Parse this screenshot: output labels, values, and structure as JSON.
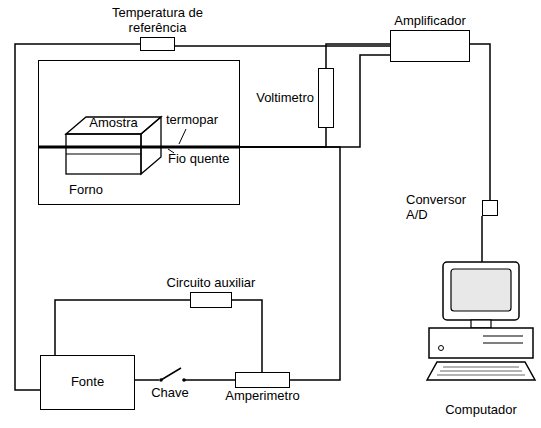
{
  "diagram": {
    "nodes": [
      {
        "text": [
          "Temperatura de referência"
        ]
      },
      {
        "text": [
          "Amplificador"
        ]
      },
      {
        "text": [
          "Voltimetro"
        ]
      },
      {
        "text": [
          "Forno"
        ]
      },
      {
        "text": [
          "Amostra"
        ],
        "in": 3
      },
      {
        "text": [
          "Circuito auxiliar"
        ]
      },
      {
        "text": [
          "Fonte"
        ]
      },
      {
        "text": [
          "Amperimetro"
        ]
      },
      {
        "text": [
          "Conversor A/D"
        ]
      },
      {
        "text": [
          "Computador"
        ]
      }
    ],
    "edges": [
      {
        "from": 6,
        "to": 0,
        "arrow": "none"
      },
      {
        "from": 0,
        "to": 1,
        "arrow": "none"
      },
      {
        "from": 2,
        "to": 1,
        "arrow": "none"
      },
      {
        "from": 3,
        "to": 2,
        "arrow": "none"
      },
      {
        "from": 3,
        "to": 1,
        "arrow": "none"
      },
      {
        "from": 3,
        "to": 7,
        "arrow": "none"
      },
      {
        "from": 6,
        "to": 7,
        "label": "Chave",
        "arrow": "none"
      },
      {
        "from": 6,
        "to": 5,
        "arrow": "none"
      },
      {
        "from": 5,
        "to": 7,
        "arrow": "none"
      },
      {
        "from": 1,
        "to": 8,
        "arrow": "none"
      },
      {
        "from": 8,
        "to": 9,
        "arrow": "none"
      }
    ],
    "labels": [
      "termopar",
      "Fio quente"
    ]
  }
}
